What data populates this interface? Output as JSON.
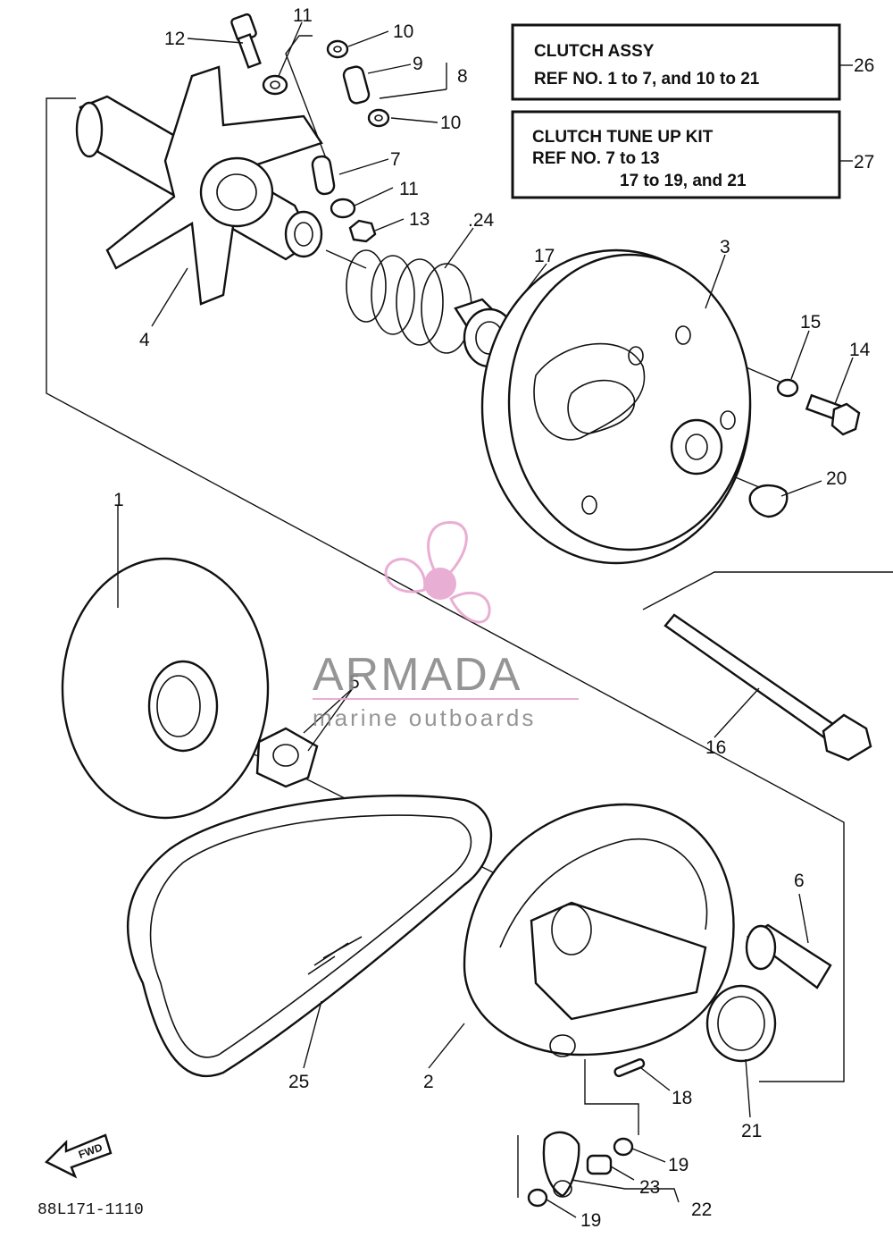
{
  "boxes": {
    "clutch_assy": {
      "line1": "CLUTCH ASSY",
      "line2": "REF NO. 1 to 7, and 10 to 21",
      "ref": "26"
    },
    "tune_up_kit": {
      "line1": "CLUTCH TUNE UP KIT",
      "line2": "REF NO. 7 to 13",
      "line3": "17 to 19, and 21",
      "ref": "27"
    }
  },
  "callouts": {
    "p1": "1",
    "p2": "2",
    "p3": "3",
    "p4": "4",
    "p5": "5",
    "p6": "6",
    "p7": "7",
    "p8": "8",
    "p9": "9",
    "p10a": "10",
    "p10b": "10",
    "p11a": "11",
    "p11b": "11",
    "p12": "12",
    "p13": "13",
    "p14": "14",
    "p15": "15",
    "p16": "16",
    "p17": "17",
    "p18": "18",
    "p19a": "19",
    "p19b": "19",
    "p20": "20",
    "p21": "21",
    "p22": "22",
    "p23": "23",
    "p24": ".24",
    "p25": "25"
  },
  "watermark": {
    "brand": "ARMADA",
    "tagline": "marine outboards",
    "color": "#e7a6cf"
  },
  "fwd_label": "FWD",
  "drawing_code": "88L171-1110"
}
